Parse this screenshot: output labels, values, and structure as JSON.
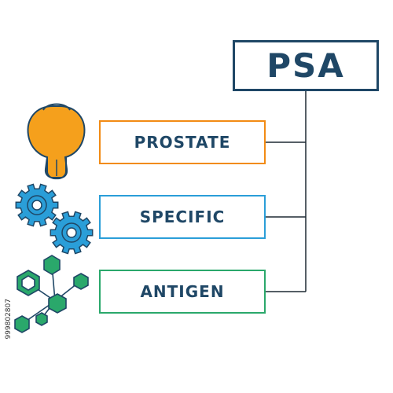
{
  "title": "PSA",
  "terms": [
    "PROSTATE",
    "SPECIFIC",
    "ANTIGEN"
  ],
  "stock_id": "999802807",
  "colors": {
    "navy": "#1f4766",
    "orange": "#f28b14",
    "blue": "#2a9ed8",
    "green": "#2aa86b"
  }
}
